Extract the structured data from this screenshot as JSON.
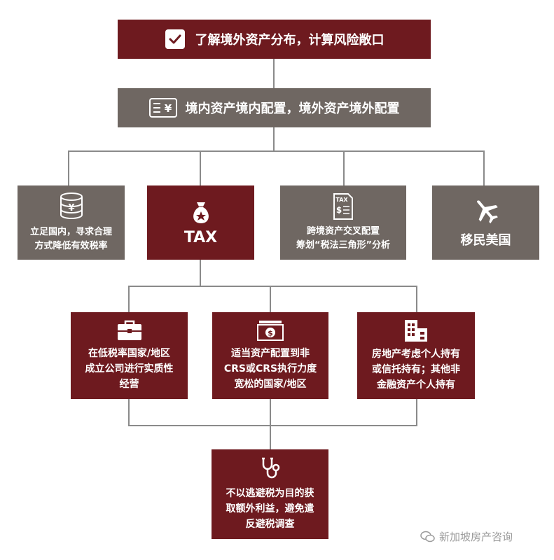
{
  "top_box": {
    "text": "了解境外资产分布，计算风险敞口",
    "icon": "checkbox-icon"
  },
  "second_box": {
    "text": "境内资产境内配置，境外资产境外配置",
    "icon": "yen-list-icon"
  },
  "row1": [
    {
      "lines": [
        "立足国内，寻求合理",
        "方式降低有效税率"
      ],
      "icon": "coins-yen-icon"
    },
    {
      "lines": [
        "TAX"
      ],
      "icon": "money-bag-icon"
    },
    {
      "lines": [
        "跨境资产交叉配置",
        "筹划“税法三角形”分析"
      ],
      "icon": "tax-document-icon",
      "icon_label": "TAX"
    },
    {
      "lines": [
        "移民美国"
      ],
      "icon": "airplane-icon"
    }
  ],
  "row2": [
    {
      "lines": [
        "在低税率国家/地区",
        "成立公司进行实质性",
        "经营"
      ],
      "icon": "briefcase-icon"
    },
    {
      "lines": [
        "适当资产配置到非",
        "CRS或CRS执行力度",
        "宽松的国家/地区"
      ],
      "icon": "banknote-dollar-icon"
    },
    {
      "lines": [
        "房地产考虑个人持有",
        "或信托持有；其他非",
        "金融资产个人持有"
      ],
      "icon": "building-icon"
    }
  ],
  "bottom_box": {
    "lines": [
      "不以逃避税为目的获",
      "取额外利益，避免遣",
      "反避税调查"
    ],
    "icon": "stethoscope-icon"
  },
  "watermark": {
    "text": "新加坡房产咨询",
    "icon": "wechat-icon"
  },
  "colors": {
    "dark_red": "#6e1a1f",
    "gray": "#6f6762",
    "line": "#8a8a8a"
  }
}
